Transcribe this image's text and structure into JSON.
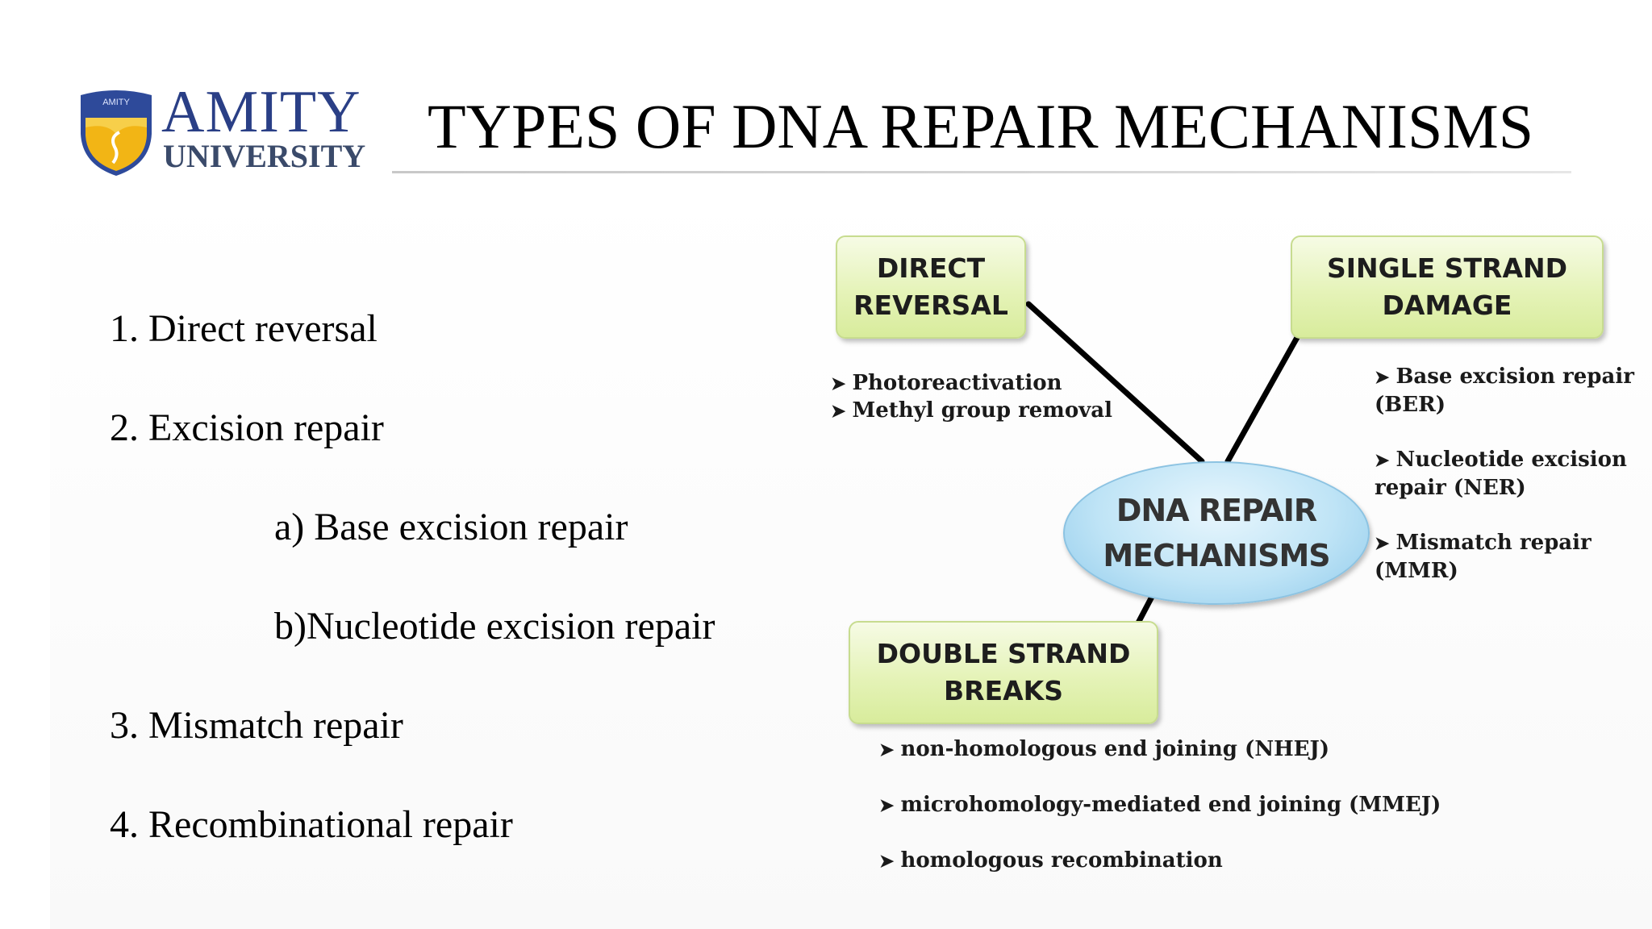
{
  "logo": {
    "line1": "AMITY",
    "line2": "UNIVERSITY",
    "badge": "AMITY"
  },
  "title": "TYPES OF DNA REPAIR MECHANISMS",
  "list": [
    "1.  Direct reversal",
    "2. Excision repair",
    "a) Base excision repair",
    "b)Nucleotide excision repair",
    "3. Mismatch repair",
    "4. Recombinational repair"
  ],
  "diagram": {
    "hub": {
      "line1": "DNA REPAIR",
      "line2": "MECHANISMS"
    },
    "direct": {
      "line1": "DIRECT",
      "line2": "REVERSAL",
      "items": [
        "Photoreactivation",
        "Methyl group removal"
      ]
    },
    "single": {
      "line1": "SINGLE STRAND",
      "line2": "DAMAGE",
      "items": [
        [
          "Base excision repair",
          "(BER)"
        ],
        [
          "Nucleotide excision",
          "repair (NER)"
        ],
        [
          "Mismatch repair",
          "(MMR)"
        ]
      ]
    },
    "double": {
      "line1": "DOUBLE STRAND",
      "line2": "BREAKS",
      "items": [
        "non-homologous end joining (NHEJ)",
        "microhomology-mediated end joining (MMEJ)",
        "homologous recombination"
      ]
    },
    "arrow_glyph": "➤",
    "colors": {
      "box_fill": "#e5f3b8",
      "hub_fill": "#bfe4f6",
      "connector": "#000000"
    }
  }
}
